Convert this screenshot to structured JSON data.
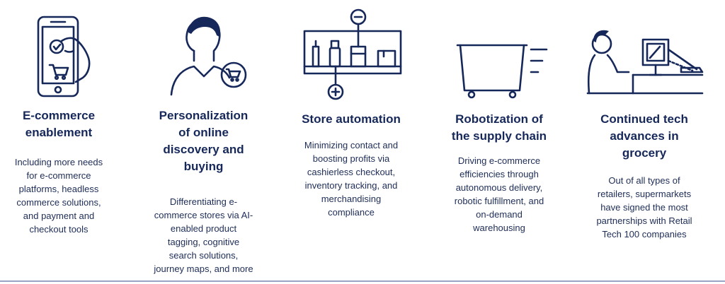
{
  "items": [
    {
      "icon": "smartphone-cart-icon",
      "title": "E-commerce\nenablement",
      "description": "Including more needs\nfor e-commerce\nplatforms, headless\ncommerce solutions,\nand payment and\ncheckout tools"
    },
    {
      "icon": "person-cart-icon",
      "title": "Personalization\nof online\ndiscovery and\nbuying",
      "description": "Differentiating e-\ncommerce stores via AI-\nenabled product\ntagging, cognitive\nsearch solutions,\njourney maps, and more"
    },
    {
      "icon": "store-shelf-icon",
      "title": "Store automation",
      "description": "Minimizing contact and\nboosting profits via\ncashierless checkout,\ninventory tracking, and\nmerchandising\ncompliance"
    },
    {
      "icon": "robot-cart-icon",
      "title": "Robotization of\nthe supply chain",
      "description": "Driving e-commerce\nefficiencies through\nautonomous delivery,\nrobotic fulfillment, and\non-demand\nwarehousing"
    },
    {
      "icon": "person-computer-icon",
      "title": "Continued tech\nadvances in\ngrocery",
      "description": "Out of all types of\nretailers, supermarkets\nhave signed the most\npartnerships with Retail\nTech 100 companies"
    }
  ],
  "colors": {
    "navy": "#16285a",
    "rule": "#9aa3c6"
  }
}
